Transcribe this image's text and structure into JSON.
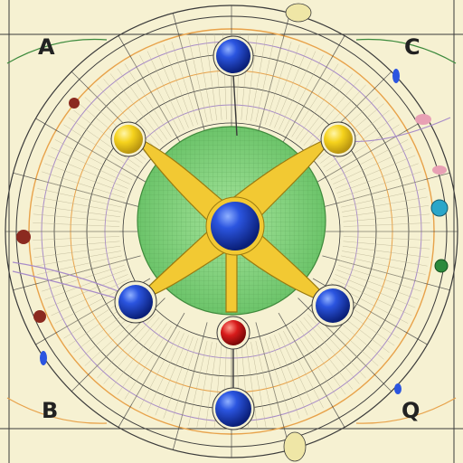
{
  "labels": {
    "top_left": "A",
    "top_right": "C",
    "bottom_left": "B",
    "bottom_right": "Q"
  },
  "colors": {
    "background": "#f6f1d2",
    "center_disc": "#8fd68c",
    "connector": "#f2c933",
    "node_blue": "#1b3fc7",
    "node_yellow": "#f5d21c",
    "node_red": "#d81b1b",
    "ring_orange": "#e8a24a",
    "ring_purple": "#a88cc8",
    "accent_teal": "#2aa6c9",
    "accent_green": "#2c8a3c",
    "accent_pink": "#e8a0b4",
    "accent_dark_red": "#8b2a20"
  },
  "icons": [
    "blue-sphere-node",
    "yellow-sphere-node",
    "red-sphere-node"
  ]
}
